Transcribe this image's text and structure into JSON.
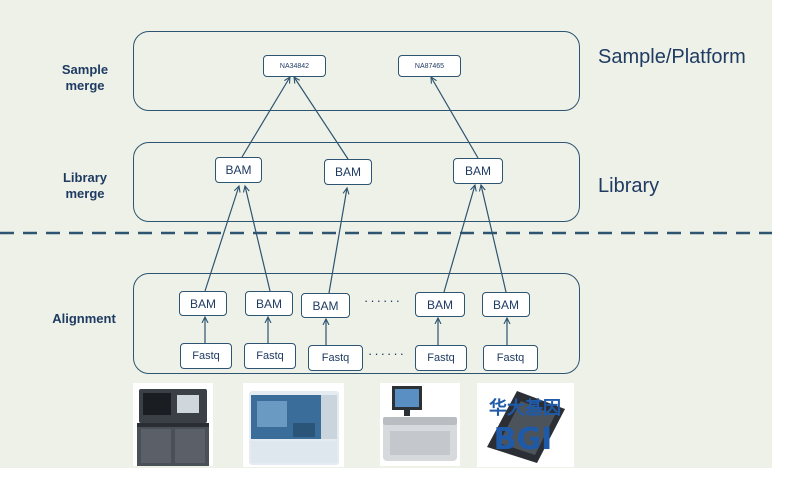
{
  "labels": {
    "sample_merge": "Sample merge",
    "library_merge": "Library merge",
    "alignment": "Alignment",
    "sample_platform": "Sample/Platform",
    "library": "Library"
  },
  "nodes": {
    "sample1": "NA34842",
    "sample2": "NA87465",
    "bam": "BAM",
    "fastq": "Fastq",
    "ellipsis": "······"
  },
  "logo": {
    "text": "华大基因",
    "letters": "BGI",
    "color": "#1e5aa8"
  },
  "colors": {
    "accent": "#1f3b62",
    "line": "#2d5470",
    "background": "#eef1e8"
  }
}
